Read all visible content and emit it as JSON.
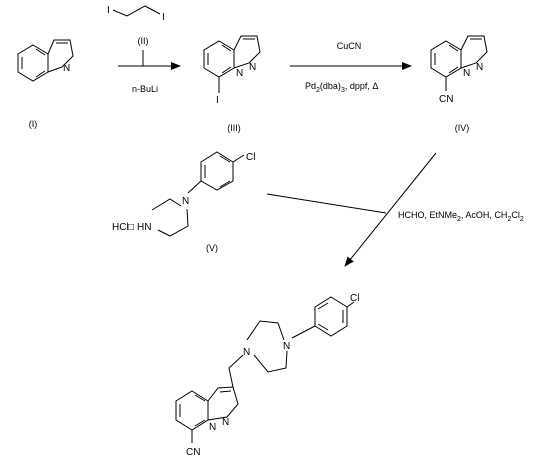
{
  "compounds": {
    "c1": {
      "label": "(I)",
      "atoms": {
        "n": "N"
      }
    },
    "c3": {
      "label": "(III)",
      "atoms": {
        "n1": "N",
        "n2": "N",
        "i": "I"
      }
    },
    "c4": {
      "label": "(IV)",
      "atoms": {
        "n1": "N",
        "n2": "N",
        "cn": "CN"
      }
    },
    "c5": {
      "label": "(V)",
      "atoms": {
        "cl": "Cl",
        "n1": "N",
        "hcl": "HCl",
        "box": "□",
        "hn": "HN"
      }
    },
    "product": {
      "atoms": {
        "cl": "Cl",
        "n1": "N",
        "n2": "N",
        "n3": "N",
        "n4": "N",
        "cn": "CN"
      }
    }
  },
  "reagents": {
    "diiodoethane": {
      "i1": "I",
      "i2": "I"
    },
    "step1": {
      "above": "(II)",
      "below": "n-BuLi"
    },
    "step2": {
      "above": "CuCN",
      "below_pd": "Pd",
      "below_sub2": "2",
      "below_dba": "(dba)",
      "below_sub3": "3",
      "below_rest": ", dppf, Δ"
    },
    "step3": {
      "text1": "HCHO, EtNMe",
      "sub1": "2",
      "text2": ", AcOH, CH",
      "sub2": "2",
      "text3": "Cl",
      "sub3": "2"
    }
  }
}
